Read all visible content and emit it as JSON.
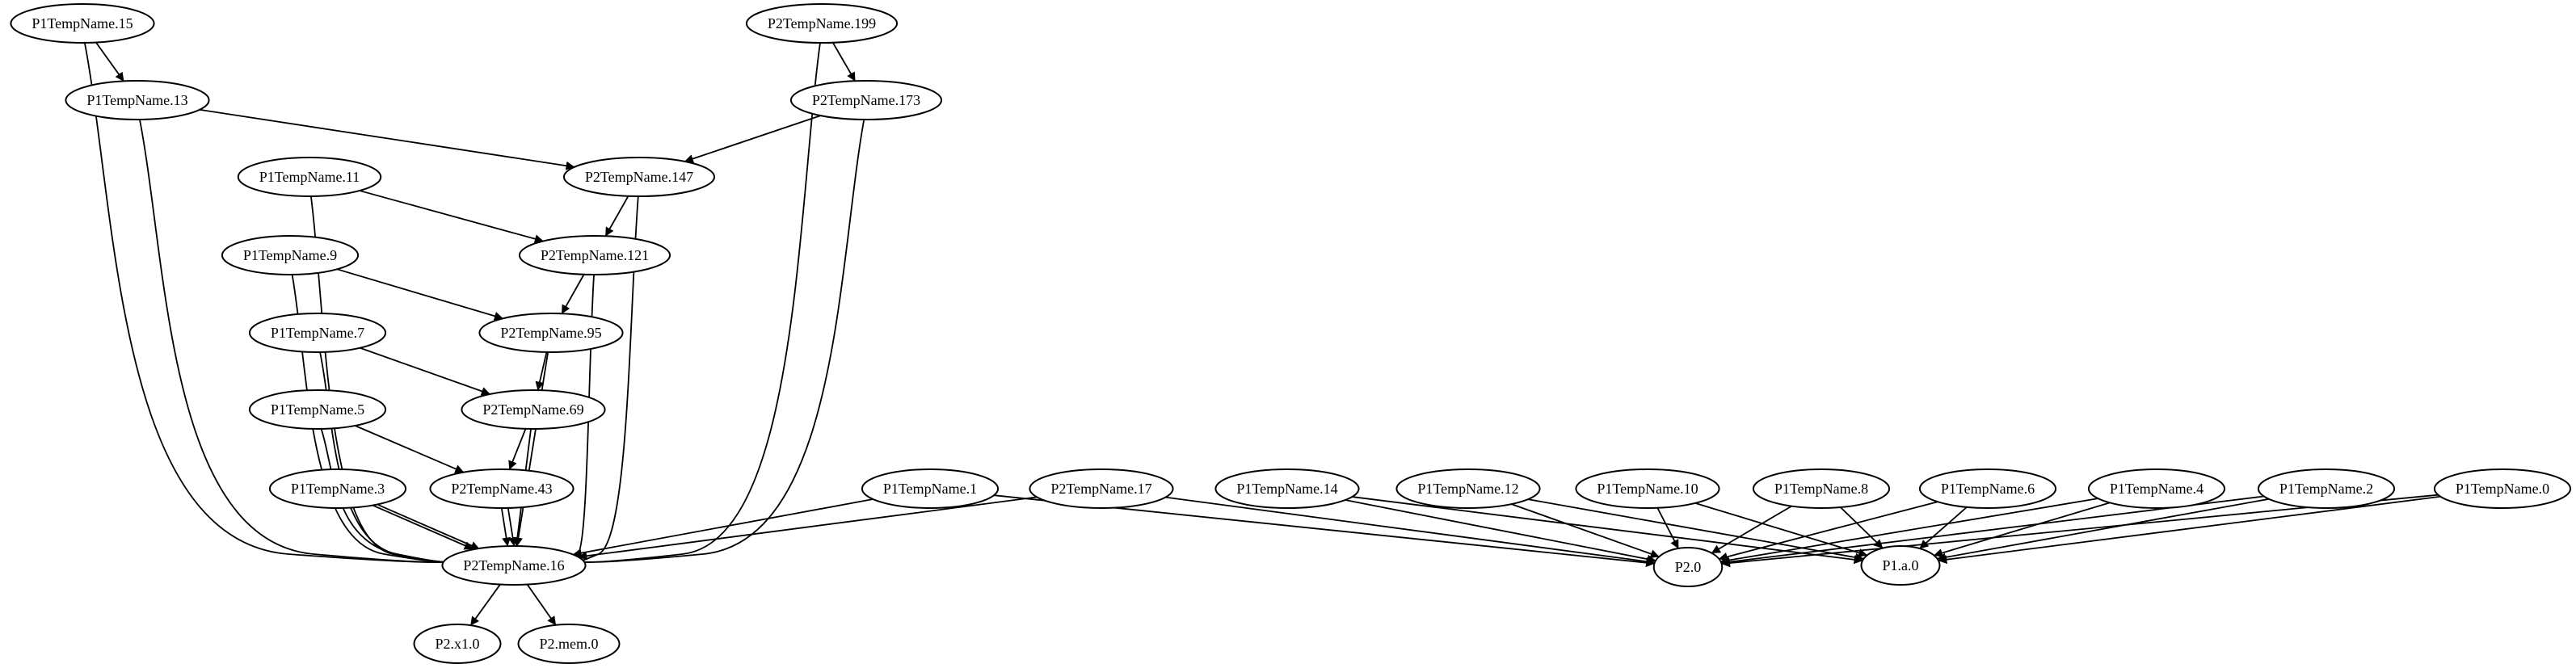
{
  "graph": {
    "nodes": [
      {
        "id": "P1TempName.15",
        "label": "P1TempName.15"
      },
      {
        "id": "P2TempName.199",
        "label": "P2TempName.199"
      },
      {
        "id": "P1TempName.13",
        "label": "P1TempName.13"
      },
      {
        "id": "P2TempName.173",
        "label": "P2TempName.173"
      },
      {
        "id": "P1TempName.11",
        "label": "P1TempName.11"
      },
      {
        "id": "P2TempName.147",
        "label": "P2TempName.147"
      },
      {
        "id": "P1TempName.9",
        "label": "P1TempName.9"
      },
      {
        "id": "P2TempName.121",
        "label": "P2TempName.121"
      },
      {
        "id": "P1TempName.7",
        "label": "P1TempName.7"
      },
      {
        "id": "P2TempName.95",
        "label": "P2TempName.95"
      },
      {
        "id": "P1TempName.5",
        "label": "P1TempName.5"
      },
      {
        "id": "P2TempName.69",
        "label": "P2TempName.69"
      },
      {
        "id": "P1TempName.3",
        "label": "P1TempName.3"
      },
      {
        "id": "P2TempName.43",
        "label": "P2TempName.43"
      },
      {
        "id": "P1TempName.1",
        "label": "P1TempName.1"
      },
      {
        "id": "P2TempName.17",
        "label": "P2TempName.17"
      },
      {
        "id": "P1TempName.14",
        "label": "P1TempName.14"
      },
      {
        "id": "P1TempName.12",
        "label": "P1TempName.12"
      },
      {
        "id": "P1TempName.10",
        "label": "P1TempName.10"
      },
      {
        "id": "P1TempName.8",
        "label": "P1TempName.8"
      },
      {
        "id": "P1TempName.6",
        "label": "P1TempName.6"
      },
      {
        "id": "P1TempName.4",
        "label": "P1TempName.4"
      },
      {
        "id": "P1TempName.2",
        "label": "P1TempName.2"
      },
      {
        "id": "P1TempName.0",
        "label": "P1TempName.0"
      },
      {
        "id": "P2TempName.16",
        "label": "P2TempName.16"
      },
      {
        "id": "P2.0",
        "label": "P2.0"
      },
      {
        "id": "P1.a.0",
        "label": "P1.a.0"
      },
      {
        "id": "P2.x1.0",
        "label": "P2.x1.0"
      },
      {
        "id": "P2.mem.0",
        "label": "P2.mem.0"
      }
    ],
    "edges": [
      {
        "from": "P1TempName.15",
        "to": "P1TempName.13"
      },
      {
        "from": "P1TempName.15",
        "to": "P2TempName.16"
      },
      {
        "from": "P2TempName.199",
        "to": "P2TempName.173"
      },
      {
        "from": "P2TempName.199",
        "to": "P2TempName.16"
      },
      {
        "from": "P1TempName.13",
        "to": "P2TempName.147"
      },
      {
        "from": "P1TempName.13",
        "to": "P2TempName.16"
      },
      {
        "from": "P2TempName.173",
        "to": "P2TempName.147"
      },
      {
        "from": "P2TempName.173",
        "to": "P2TempName.16"
      },
      {
        "from": "P1TempName.11",
        "to": "P2TempName.121"
      },
      {
        "from": "P1TempName.11",
        "to": "P2TempName.16"
      },
      {
        "from": "P2TempName.147",
        "to": "P2TempName.121"
      },
      {
        "from": "P2TempName.147",
        "to": "P2TempName.16"
      },
      {
        "from": "P1TempName.9",
        "to": "P2TempName.95"
      },
      {
        "from": "P1TempName.9",
        "to": "P2TempName.16"
      },
      {
        "from": "P2TempName.121",
        "to": "P2TempName.95"
      },
      {
        "from": "P2TempName.121",
        "to": "P2TempName.16"
      },
      {
        "from": "P1TempName.7",
        "to": "P2TempName.69"
      },
      {
        "from": "P1TempName.7",
        "to": "P2TempName.16"
      },
      {
        "from": "P2TempName.95",
        "to": "P2TempName.69"
      },
      {
        "from": "P2TempName.95",
        "to": "P2TempName.16"
      },
      {
        "from": "P1TempName.5",
        "to": "P2TempName.43"
      },
      {
        "from": "P1TempName.5",
        "to": "P2TempName.16"
      },
      {
        "from": "P2TempName.69",
        "to": "P2TempName.43"
      },
      {
        "from": "P2TempName.69",
        "to": "P2TempName.16"
      },
      {
        "from": "P1TempName.3",
        "to": "P2TempName.16"
      },
      {
        "from": "P1TempName.3",
        "to": "P2TempName.16"
      },
      {
        "from": "P2TempName.43",
        "to": "P2TempName.16"
      },
      {
        "from": "P2TempName.43",
        "to": "P2TempName.16"
      },
      {
        "from": "P1TempName.1",
        "to": "P2TempName.16"
      },
      {
        "from": "P2TempName.17",
        "to": "P2TempName.16"
      },
      {
        "from": "P2TempName.16",
        "to": "P2.x1.0"
      },
      {
        "from": "P2TempName.16",
        "to": "P2.mem.0"
      },
      {
        "from": "P1TempName.1",
        "to": "P2.0"
      },
      {
        "from": "P2TempName.17",
        "to": "P2.0"
      },
      {
        "from": "P1TempName.14",
        "to": "P2.0"
      },
      {
        "from": "P1TempName.14",
        "to": "P1.a.0"
      },
      {
        "from": "P1TempName.12",
        "to": "P2.0"
      },
      {
        "from": "P1TempName.12",
        "to": "P1.a.0"
      },
      {
        "from": "P1TempName.10",
        "to": "P2.0"
      },
      {
        "from": "P1TempName.10",
        "to": "P1.a.0"
      },
      {
        "from": "P1TempName.8",
        "to": "P2.0"
      },
      {
        "from": "P1TempName.8",
        "to": "P1.a.0"
      },
      {
        "from": "P1TempName.6",
        "to": "P2.0"
      },
      {
        "from": "P1TempName.6",
        "to": "P1.a.0"
      },
      {
        "from": "P1TempName.4",
        "to": "P2.0"
      },
      {
        "from": "P1TempName.4",
        "to": "P1.a.0"
      },
      {
        "from": "P1TempName.2",
        "to": "P2.0"
      },
      {
        "from": "P1TempName.2",
        "to": "P1.a.0"
      },
      {
        "from": "P1TempName.0",
        "to": "P2.0"
      },
      {
        "from": "P1TempName.0",
        "to": "P1.a.0"
      }
    ]
  }
}
